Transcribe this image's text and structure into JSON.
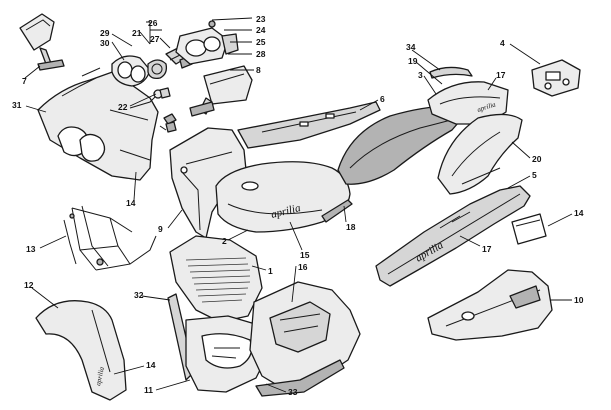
{
  "diagram": {
    "callouts": {
      "c1": "1",
      "c2": "2",
      "c3": "3",
      "c4": "4",
      "c5": "5",
      "c6": "6",
      "c7": "7",
      "c8": "8",
      "c9": "9",
      "c10": "10",
      "c11": "11",
      "c12": "12",
      "c13": "13",
      "c14a": "14",
      "c14b": "14",
      "c14c": "14",
      "c15": "15",
      "c16": "16",
      "c17a": "17",
      "c17b": "17",
      "c18": "18",
      "c19": "19",
      "c20": "20",
      "c21": "21",
      "c22": "22",
      "c23": "23",
      "c24": "24",
      "c25": "25",
      "c26": "26",
      "c27": "27",
      "c28": "28",
      "c29": "29",
      "c30": "30",
      "c31": "31",
      "c32": "32",
      "c33": "33",
      "c34": "34"
    },
    "logos": {
      "tank": "aprilia",
      "tail": "aprilia",
      "side_panel": "aprilia",
      "fender": "aprilia"
    }
  }
}
